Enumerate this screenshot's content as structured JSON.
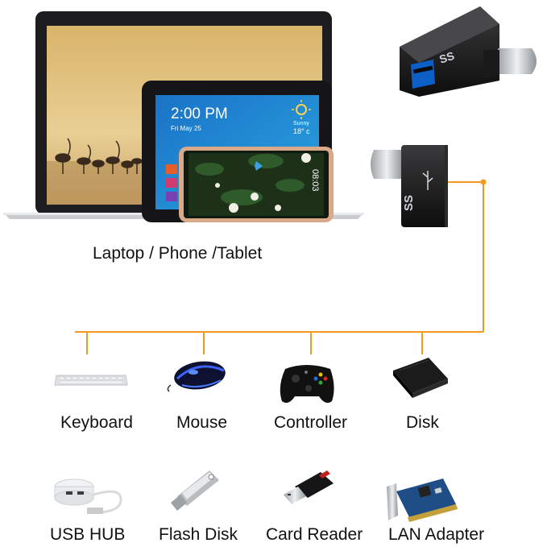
{
  "source_label": "Laptop / Phone /Tablet",
  "tablet_screen": {
    "time": "2:00 PM",
    "date": "Fri May 25",
    "weather": "Sunny",
    "temp": "18° c"
  },
  "phone_screen": {
    "time": "08:03"
  },
  "adapter_logo": "SS",
  "connector_color": "#f39a1e",
  "devices_row1": [
    {
      "label": "Keyboard"
    },
    {
      "label": "Mouse"
    },
    {
      "label": "Controller"
    },
    {
      "label": "Disk"
    }
  ],
  "devices_row2": [
    {
      "label": "USB HUB"
    },
    {
      "label": "Flash Disk"
    },
    {
      "label": "Card Reader"
    },
    {
      "label": "LAN Adapter"
    }
  ]
}
